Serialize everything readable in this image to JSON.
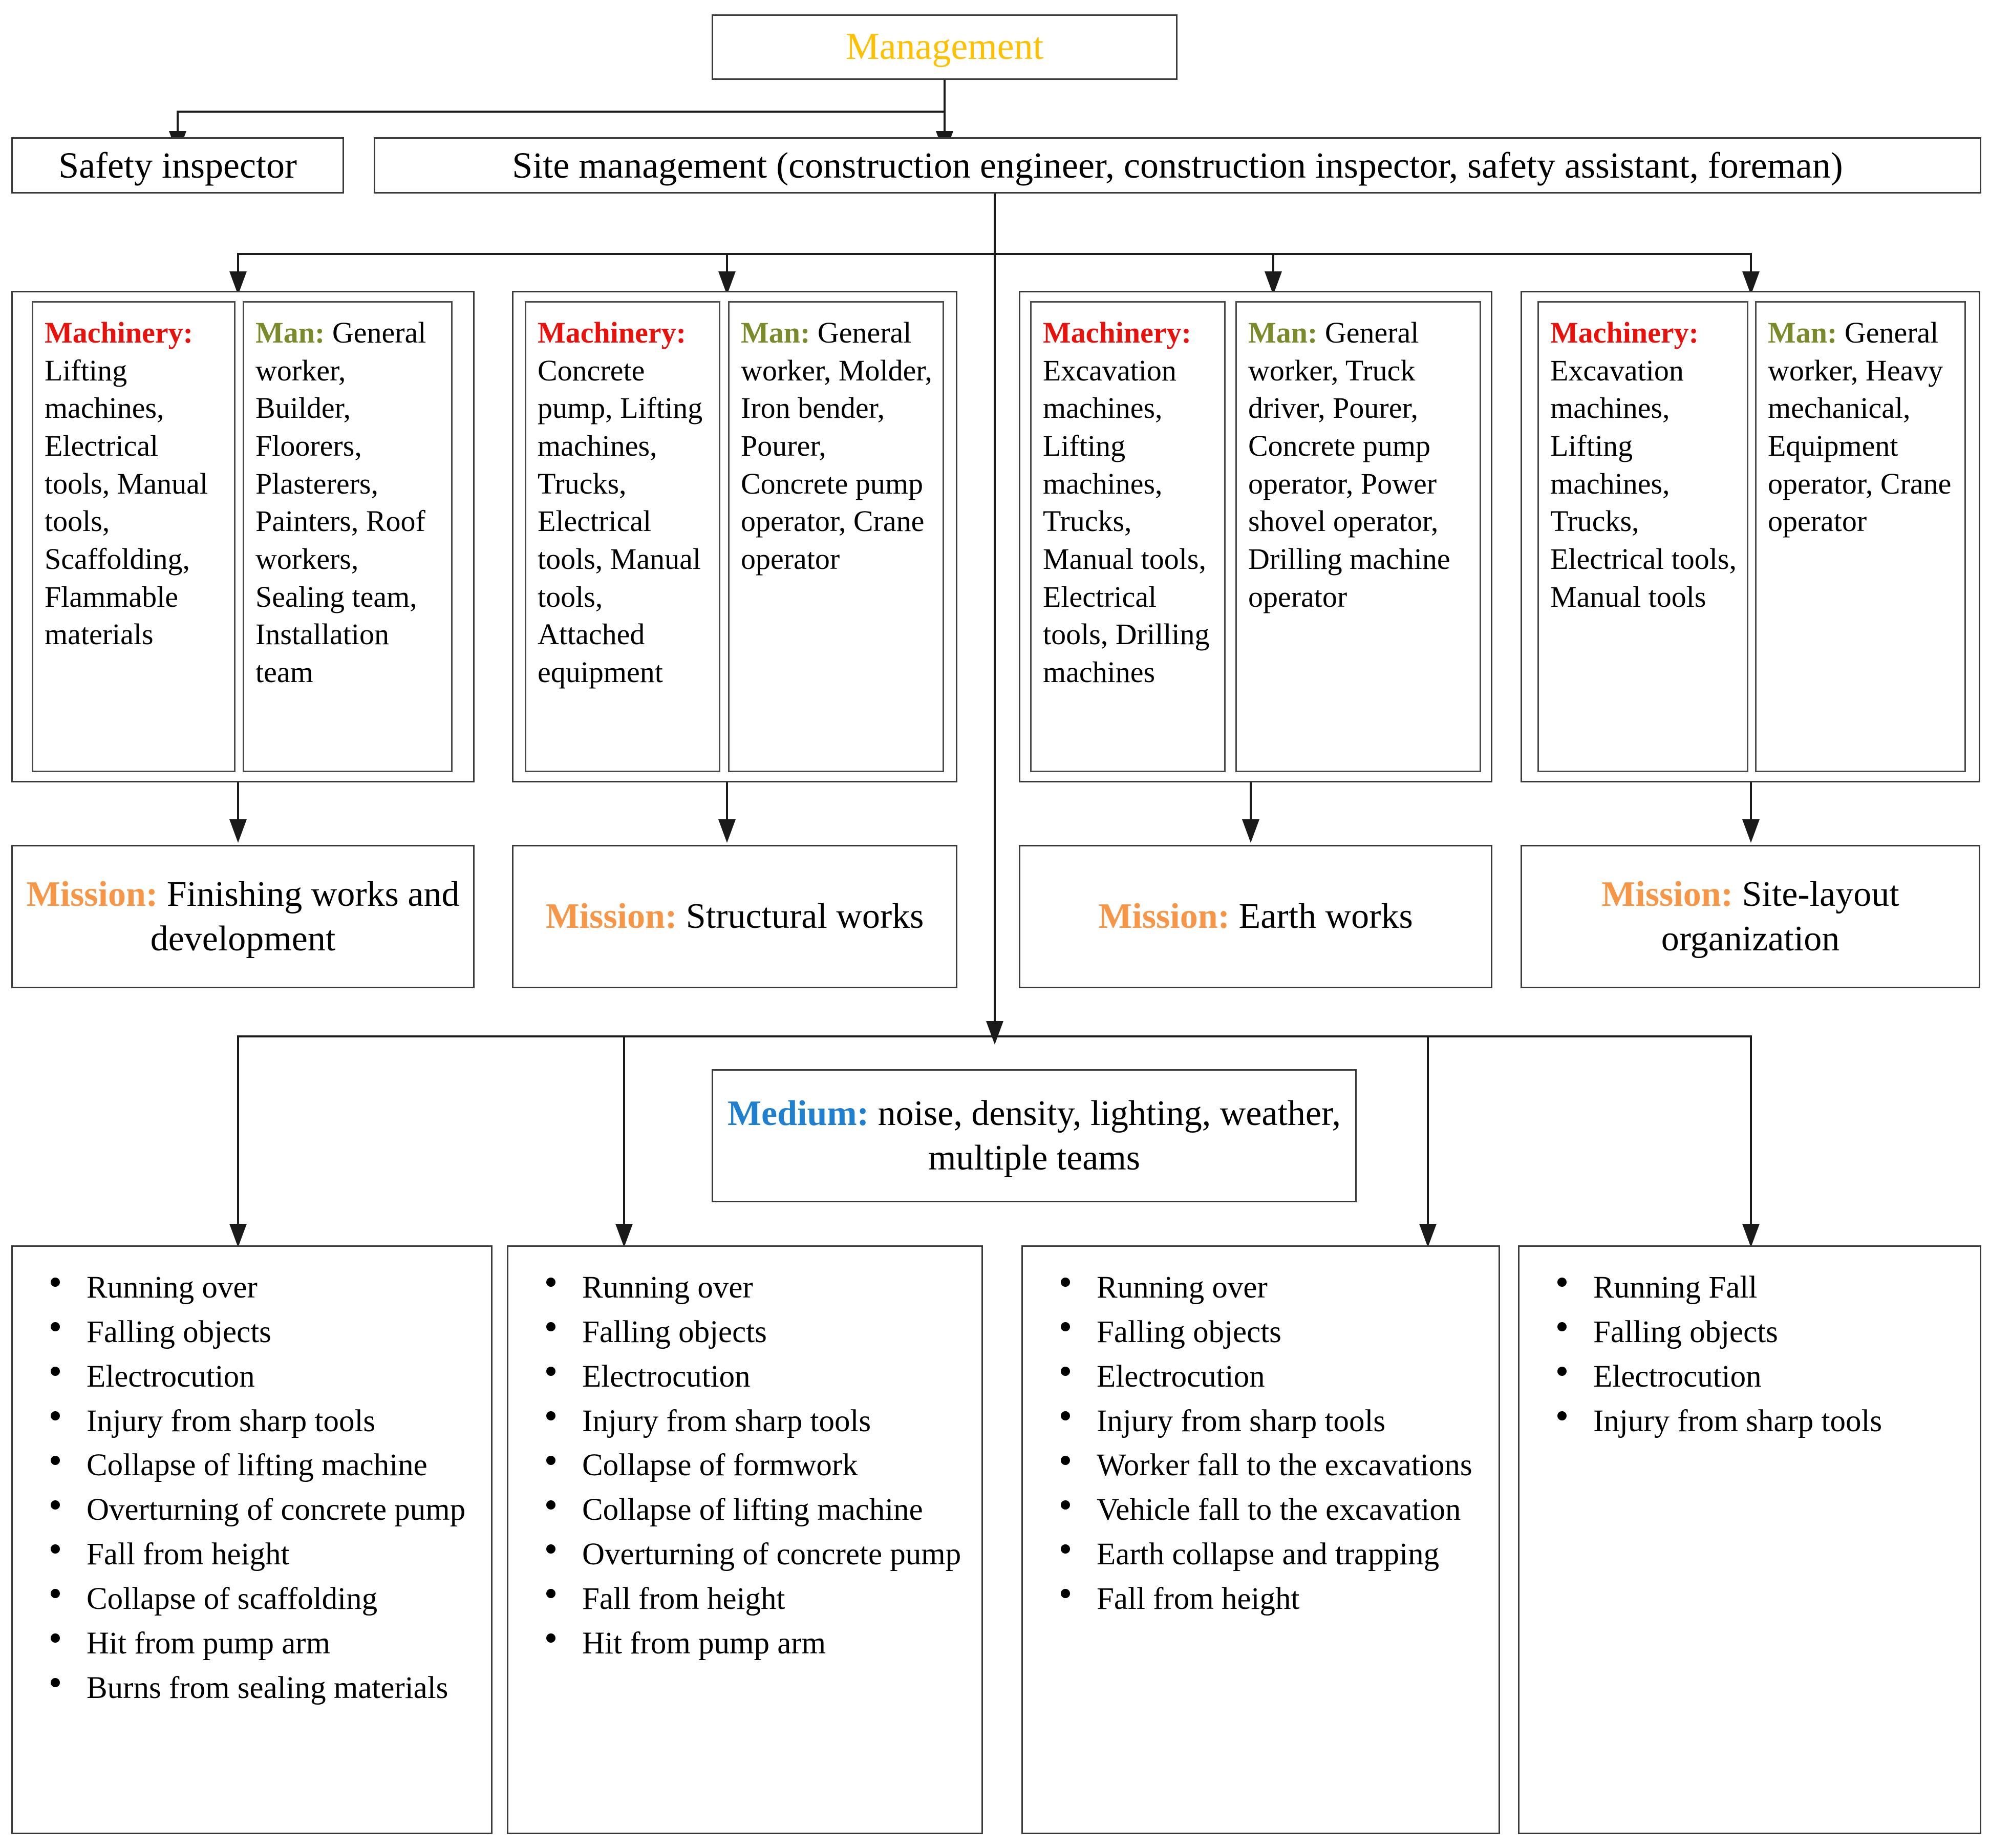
{
  "diagram": {
    "title_node": {
      "label": "Management"
    },
    "level2": [
      {
        "label": "Safety inspector"
      },
      {
        "label": "Site management (construction engineer, construction inspector, safety assistant, foreman)"
      }
    ],
    "labels": {
      "machinery": "Machinery:",
      "man": "Man:",
      "mission": "Mission:",
      "medium": "Medium:"
    },
    "colors": {
      "management": "#FFC000",
      "machinery": "#E8110C",
      "man": "#7C8A2C",
      "mission": "#F79646",
      "medium": "#1F7FD0",
      "text": "#000000",
      "border": "#3a3a3a"
    },
    "columns": [
      {
        "machinery": "Lifting machines, Electrical tools, Manual tools, Scaffolding, Flammable materials",
        "man": "General worker, Builder, Floorers, Plasterers, Painters, Roof workers, Sealing team, Installation team",
        "mission": "Finishing works and development",
        "risks": [
          "Running over",
          "Falling  objects",
          "Electrocution",
          "Injury from sharp tools",
          "Collapse of lifting machine",
          "Overturning of concrete pump",
          "Fall from height",
          "Collapse of scaffolding",
          "Hit from pump arm",
          "Burns from sealing materials"
        ]
      },
      {
        "machinery": "Concrete pump, Lifting machines, Trucks, Electrical tools, Manual tools, Attached equipment",
        "man": "General worker, Molder, Iron bender, Pourer, Concrete pump operator, Crane operator",
        "mission": "Structural works",
        "risks": [
          "Running over",
          "Falling  objects",
          "Electrocution",
          "Injury from sharp tools",
          "Collapse of formwork",
          "Collapse of lifting machine",
          "Overturning of concrete pump",
          "Fall from height",
          "Hit from pump arm"
        ]
      },
      {
        "machinery": "Excavation machines, Lifting machines, Trucks, Manual tools, Electrical tools, Drilling machines",
        "man": "General worker, Truck driver, Pourer, Concrete pump operator, Power shovel operator, Drilling machine operator",
        "mission": "Earth works",
        "risks": [
          "Running over",
          "Falling  objects",
          "Electrocution",
          "Injury from sharp tools",
          "Worker fall to the excavations",
          "Vehicle fall to the excavation",
          "Earth collapse and trapping",
          "Fall from height"
        ]
      },
      {
        "machinery": "Excavation machines, Lifting machines, Trucks, Electrical tools, Manual tools",
        "man": "General worker, Heavy mechanical, Equipment operator, Crane operator",
        "mission": "Site-layout organization",
        "risks": [
          "Running Fall",
          "Falling  objects",
          "Electrocution",
          "Injury from sharp tools"
        ]
      }
    ],
    "medium_node": {
      "text": "noise, density, lighting, weather, multiple teams"
    }
  }
}
